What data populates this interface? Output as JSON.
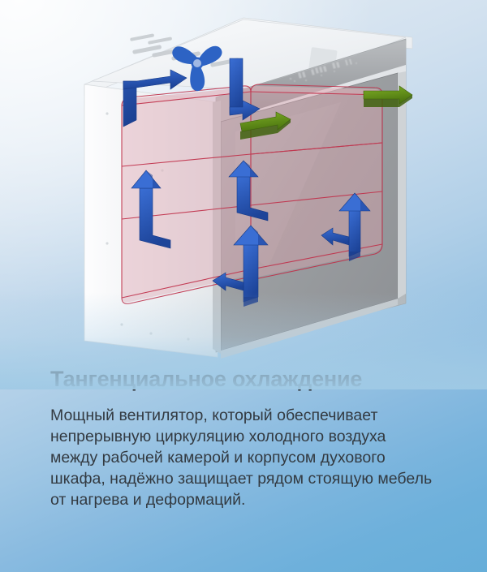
{
  "background": {
    "top_color": "#e7eef5",
    "bottom_color": "#66aed9",
    "gradient_direction": "158deg top-left light to bottom-right blue"
  },
  "illustration": {
    "alt": "Разрез духового шкафа с тангенциальным охлаждением",
    "product": "духовой шкаф",
    "appliance_body_color": "#e9ecee",
    "door_glass_color": "#9a9a9e",
    "cavity_color": "#e8b9c0",
    "cavity_outline_color": "#c0304a",
    "cool_air_arrow_color": "#2a56b8",
    "hot_air_arrow_color": "#5a8c18",
    "fan_icon_color": "#2d63c4",
    "display": {
      "readout": "888 8888 88 11",
      "name": "control-panel-display"
    },
    "arrows": [
      {
        "name": "cool-air-intake-top-left",
        "kind": "cool",
        "direction": "down-then-right"
      },
      {
        "name": "cool-air-intake-top-center",
        "kind": "cool",
        "direction": "down"
      },
      {
        "name": "cool-air-rise-left",
        "kind": "cool",
        "direction": "up-from-left"
      },
      {
        "name": "cool-air-rise-center-upper",
        "kind": "cool",
        "direction": "up-from-left"
      },
      {
        "name": "cool-air-rise-center-lower",
        "kind": "cool",
        "direction": "up-and-left"
      },
      {
        "name": "cool-air-rise-right",
        "kind": "cool",
        "direction": "up-and-left"
      },
      {
        "name": "hot-air-exhaust-upper",
        "kind": "hot",
        "direction": "right"
      },
      {
        "name": "hot-air-exhaust-lower",
        "kind": "hot",
        "direction": "right"
      }
    ]
  },
  "copy": {
    "headline": "Тангенциальное охлаждение",
    "headline_line_1": "Тангенциальное",
    "headline_line_2": "охлаждение",
    "body": "Мощный вентилятор, который обеспечивает непрерывную циркуляцию холодного воздуха между рабочей камерой и корпусом духового шкафа, надёжно защищает рядом стоящую мебель от нагрева и деформаций.",
    "headline_color": "#2b2c30",
    "body_color": "#333a41"
  }
}
